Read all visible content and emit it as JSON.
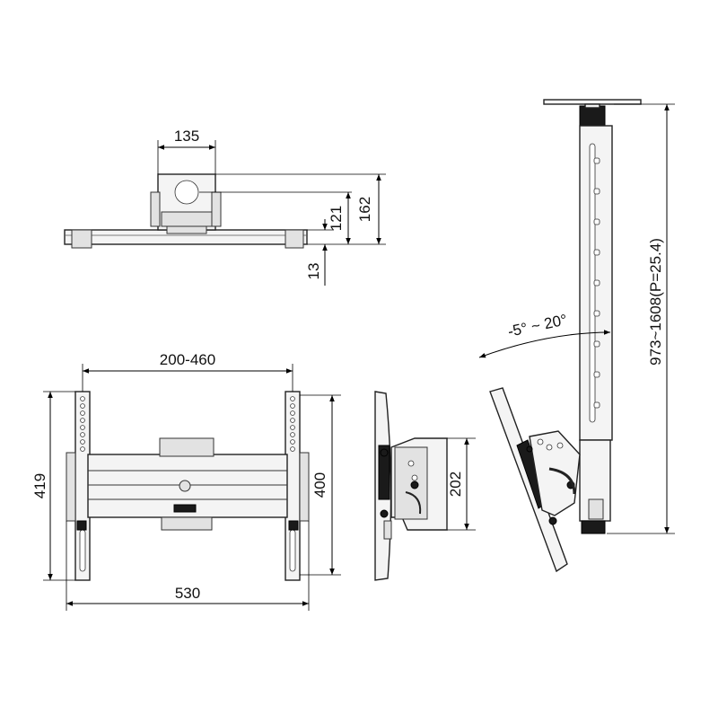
{
  "dimensions": {
    "top_width": "135",
    "top_height_162": "162",
    "top_height_121": "121",
    "top_offset_13": "13",
    "front_vesa_width": "200-460",
    "front_height_419": "419",
    "front_height_400": "400",
    "front_width_530": "530",
    "side_depth_202": "202",
    "tilt_range": "-5° ~ 20°",
    "pole_length": "973~1608(P=25.4)"
  },
  "colors": {
    "line": "#000000",
    "part_fill": "#f4f4f4",
    "shade": "#e2e2e2",
    "dark": "#1a1a1a"
  }
}
